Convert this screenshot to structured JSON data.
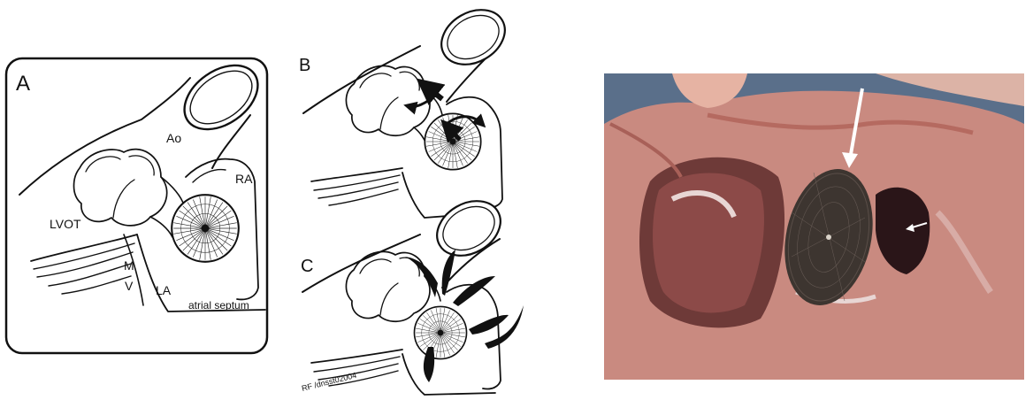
{
  "panels": {
    "a": {
      "letter": "A",
      "labels": {
        "ao": "Ao",
        "ra": "RA",
        "lvot": "LVOT",
        "mv_m": "M",
        "mv_v": "V",
        "la": "LA",
        "atrial_septum": "atrial septum"
      }
    },
    "b": {
      "letter": "B"
    },
    "c": {
      "letter": "C",
      "credit": "RF /dnsst02004"
    }
  },
  "photo": {
    "subject": "autopsy specimen of heart with occluder device in atrial septum",
    "arrows": [
      "large white arrow pointing to device",
      "small white arrow pointing into right chamber"
    ]
  },
  "colors": {
    "ink": "#111111",
    "photo_background": "#5a6f8a",
    "tissue": "#c98a80",
    "device": "#3d3530",
    "arrow": "#ffffff"
  }
}
